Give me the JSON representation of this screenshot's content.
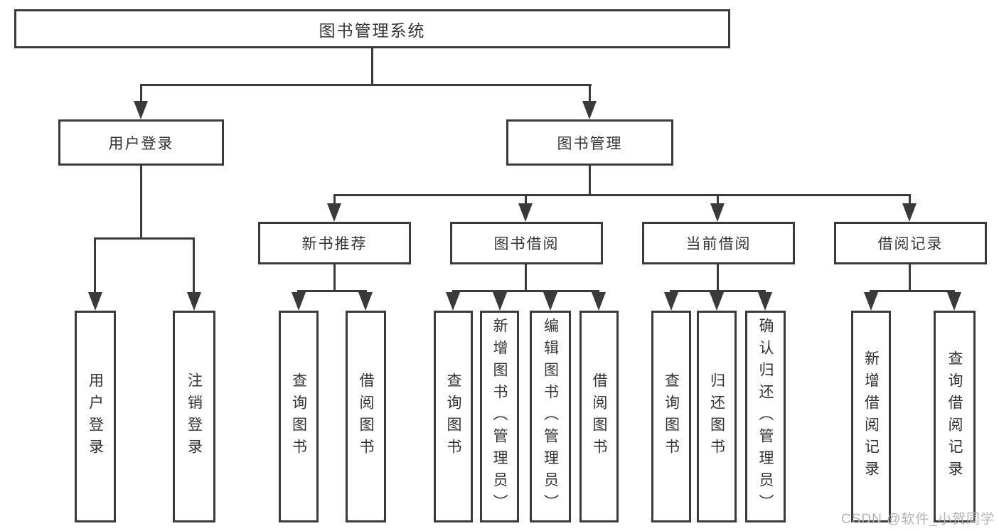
{
  "title": {
    "label": "图书管理系统"
  },
  "level2": [
    {
      "label": "用户登录"
    },
    {
      "label": "图书管理"
    }
  ],
  "level3": [
    {
      "label": "新书推荐"
    },
    {
      "label": "图书借阅"
    },
    {
      "label": "当前借阅"
    },
    {
      "label": "借阅记录"
    }
  ],
  "leaves": [
    {
      "label": "用户登录"
    },
    {
      "label": "注销登录"
    },
    {
      "label": "查询图书"
    },
    {
      "label": "借阅图书"
    },
    {
      "label": "查询图书"
    },
    {
      "label": "新增图书（管理员）"
    },
    {
      "label": "编辑图书（管理员）"
    },
    {
      "label": "借阅图书"
    },
    {
      "label": "查询图书"
    },
    {
      "label": "归还图书"
    },
    {
      "label": "确认归还（管理员）"
    },
    {
      "label": "新增借阅记录"
    },
    {
      "label": "查询借阅记录"
    }
  ],
  "watermark": {
    "label": "CSDN @软件_小贺同学"
  },
  "colors": {
    "line": "#3a3a3a",
    "text": "#333333",
    "watermark": "#b4b4b4",
    "background": "#ffffff"
  }
}
